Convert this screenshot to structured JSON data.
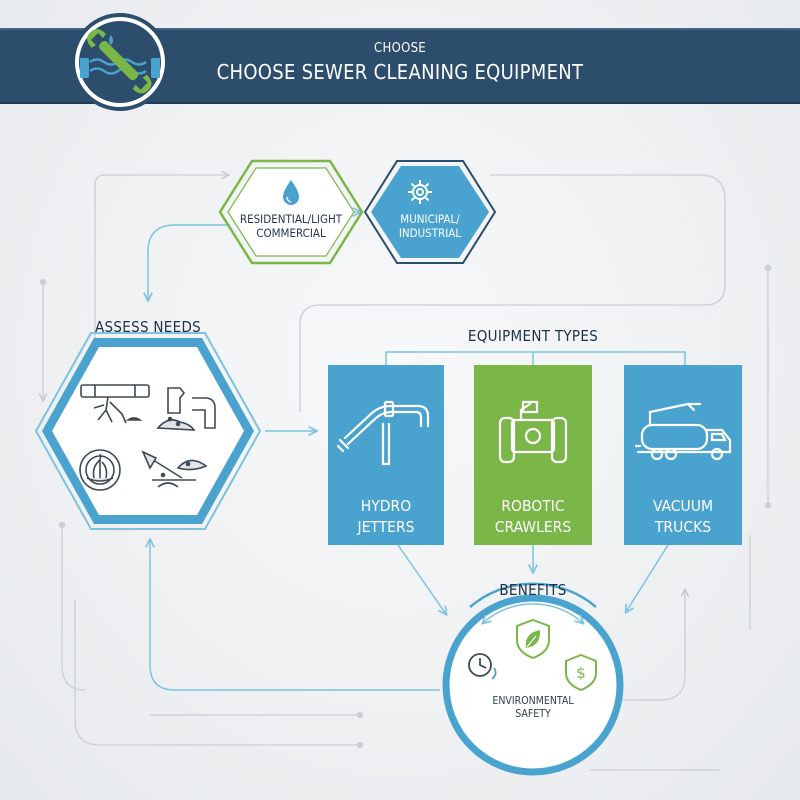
{
  "header": {
    "eyebrow": "CHOOSE",
    "title": "CHOOSE SEWER CLEANING EQUIPMENT",
    "logo_icon": "wrench-water-pipe-icon"
  },
  "colors": {
    "header_bg": "#2c4d6b",
    "green": "#7ab648",
    "blue": "#4aa3cf",
    "navy": "#2c4d6b",
    "connector": "#7ec3de"
  },
  "nodes": {
    "residential": {
      "label": "RESIDENTIAL/LIGHT COMMERCIAL",
      "icon": "water-drop-icon"
    },
    "municipal": {
      "label": "MUNICIPAL/ INDUSTRIAL",
      "icon": "gear-icon"
    },
    "assess": {
      "label": "ASSESS NEEDS",
      "icons": [
        "root-pipe-icon",
        "broken-pipe-icon",
        "clogged-pipe-icon",
        "debris-shovel-icon"
      ]
    },
    "equipment_types": {
      "label": "EQUIPMENT TYPES",
      "items": [
        {
          "label": "HYDRO JETTERS",
          "icon": "hydro-jetter-nozzle-icon"
        },
        {
          "label": "ROBOTIC CRAWLERS",
          "icon": "robot-crawler-icon"
        },
        {
          "label": "VACUUM TRUCKS",
          "icon": "vacuum-truck-icon"
        }
      ]
    },
    "benefits": {
      "label": "BENEFITS",
      "caption": "ENVIRONMENTAL SAFETY",
      "icons": [
        "clock-icon",
        "leaf-shield-icon",
        "dollar-shield-icon"
      ]
    }
  }
}
